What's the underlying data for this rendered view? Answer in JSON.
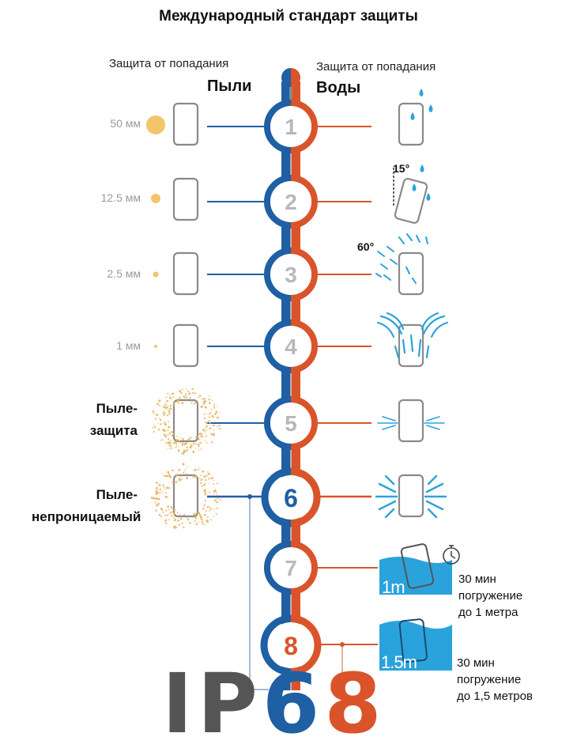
{
  "title": "Международный стандарт защиты",
  "header": {
    "dust_prefix": "Защита от попадания",
    "dust_word": "Пыли",
    "water_prefix": "Защита от попадания",
    "water_word": "Воды"
  },
  "levels": [
    {
      "number": "1",
      "dust_label": "50 мм"
    },
    {
      "number": "2",
      "dust_label": "12.5 мм"
    },
    {
      "number": "3",
      "dust_label": "2.5 мм"
    },
    {
      "number": "4",
      "dust_label": "1  мм"
    },
    {
      "number": "5",
      "dust_label_line1": "Пыле-",
      "dust_label_line2": "защита"
    },
    {
      "number": "6",
      "dust_label_line1": "Пыле-",
      "dust_label_line2": "непроницаемый"
    },
    {
      "number": "7"
    },
    {
      "number": "8"
    }
  ],
  "water": {
    "angle_15": "15°",
    "angle_60": "60°",
    "depth_1": "1m",
    "depth_15": "1.5m",
    "desc_7": [
      "30 мин",
      "погружение",
      "до 1 метра"
    ],
    "desc_8": [
      "30 мин",
      "погружение",
      "до 1,5 метров"
    ]
  },
  "rating": {
    "prefix": "IP",
    "dust_digit": "6",
    "water_digit": "8"
  },
  "colors": {
    "blue": "#1f5fa3",
    "red": "#d9542b",
    "grey_number": "#b8b8b8",
    "sand": "#f3c56a",
    "water": "#2aa3dc",
    "ip_grey": "#555555"
  }
}
